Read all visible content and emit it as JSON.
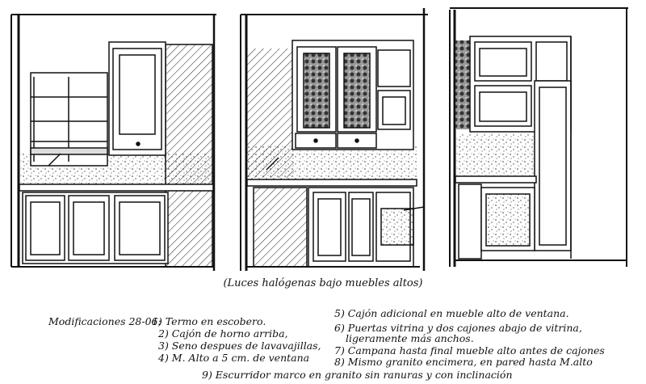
{
  "caption": "(Luces halógenas bajo muebles altos)",
  "notes": {
    "heading": "Modificaciones 28-06:",
    "items": [
      "1) Termo en escobero.",
      "2) Cajón  de horno arriba,",
      "3) Seno despues de lavavajillas,",
      "4) M. Alto a 5 cm. de ventana",
      "5) Cajón adicional en mueble alto de ventana.",
      "6) Puertas vitrina y dos cajones abajo de vitrina,",
      "ligeramente más anchos.",
      "7) Campana hasta final mueble alto antes de cajones",
      "8) Mismo granito encimera, en pared hasta M.alto",
      "9) Escurridor marco en granito sin ranuras y con  inclinación"
    ]
  },
  "colors": {
    "ink": "#111111",
    "paper": "#ffffff"
  }
}
